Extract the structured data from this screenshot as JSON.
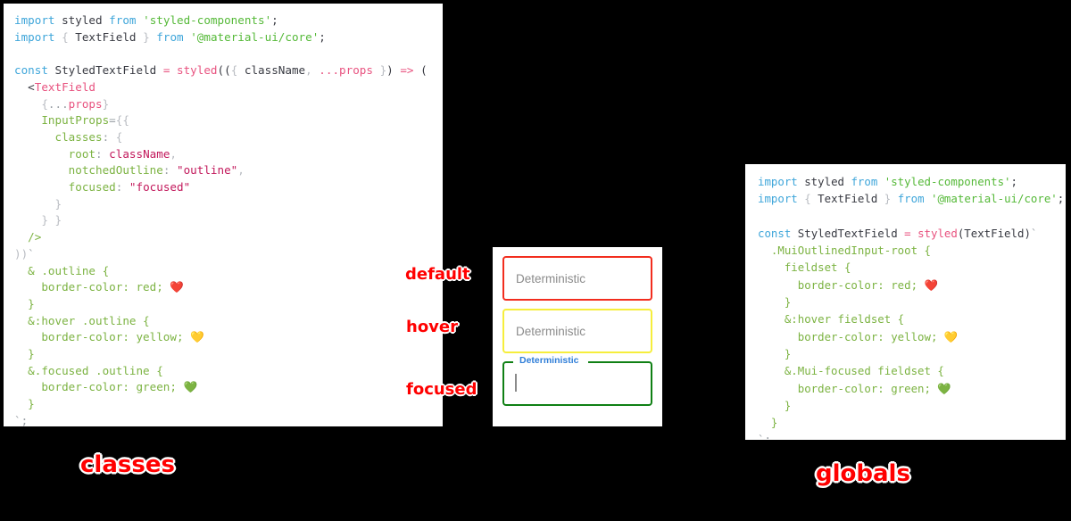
{
  "background_color": "#000000",
  "accent_colors": {
    "annotation_red": "#ff0000",
    "default_border": "#f22d1e",
    "hover_border": "#f6ee3c",
    "focused_border": "#0f8014",
    "focused_label_blue": "#2f7ed8",
    "keyword_blue": "#3fa6da",
    "string_green": "#55b938",
    "function_pink": "#e8527f",
    "css_green": "#7cb342",
    "key_magenta": "#c2185b"
  },
  "panels": {
    "classes": {
      "caption": "classes",
      "code_lines": [
        "import styled from 'styled-components';",
        "import { TextField } from '@material-ui/core';",
        "",
        "const StyledTextField = styled(({ className, ...props }) => (",
        "  <TextField",
        "    {...props}",
        "    InputProps={{",
        "      classes: {",
        "        root: className,",
        "        notchedOutline: \"outline\",",
        "        focused: \"focused\"",
        "      }",
        "    } }",
        "  />",
        "))`",
        "  & .outline {",
        "    border-color: red; ❤️",
        "  }",
        "  &:hover .outline {",
        "    border-color: yellow; 💛",
        "  }",
        "  &.focused .outline {",
        "    border-color: green; 💚",
        "  }",
        "`;"
      ]
    },
    "globals": {
      "caption": "globals",
      "code_lines": [
        "import styled from 'styled-components';",
        "import { TextField } from '@material-ui/core';",
        "",
        "const StyledTextField = styled(TextField)`",
        "  .MuiOutlinedInput-root {",
        "    fieldset {",
        "      border-color: red; ❤️",
        "    }",
        "    &:hover fieldset {",
        "      border-color: yellow; 💛",
        "    }",
        "    &.Mui-focused fieldset {",
        "      border-color: green; 💚",
        "    }",
        "  }",
        "`;"
      ]
    }
  },
  "preview": {
    "annotations": {
      "default": "default",
      "hover": "hover",
      "focused": "focused"
    },
    "fields": [
      {
        "state": "default",
        "placeholder": "Deterministic",
        "value": "",
        "border_color": "#f22d1e",
        "notched": false
      },
      {
        "state": "hover",
        "placeholder": "Deterministic",
        "value": "",
        "border_color": "#f6ee3c",
        "notched": false
      },
      {
        "state": "focused",
        "label": "Deterministic",
        "value": "",
        "border_color": "#0f8014",
        "notched": true,
        "has_caret": true
      }
    ]
  }
}
